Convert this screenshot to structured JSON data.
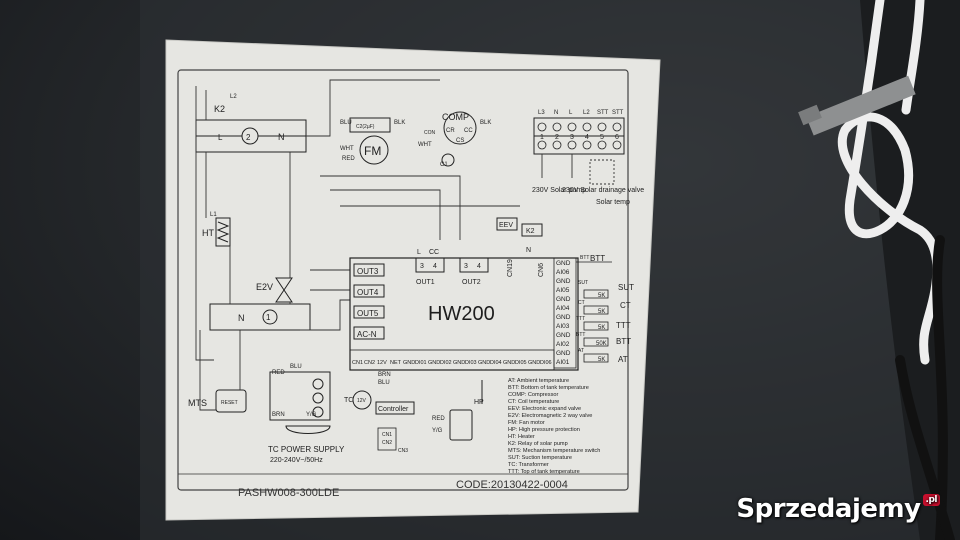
{
  "label": {
    "model": "PASHW008-300LDE",
    "code": "CODE:20130422-0004",
    "board_name": "HW200",
    "power_supply": [
      "TC POWER SUPPLY",
      "220-240V~/50Hz"
    ]
  },
  "left_components": {
    "k2": "K2",
    "l2": "L2",
    "l1": "L1",
    "ht": "HT",
    "e2v": "E2V",
    "mts": "MTS",
    "reset": "RESET",
    "n": "N",
    "l": "L",
    "num_2": "2",
    "num_1": "1"
  },
  "fan": {
    "label": "FM",
    "wires": [
      "BLU",
      "C2(2µF)",
      "BLK",
      "WHT",
      "RED"
    ]
  },
  "compressor": {
    "label": "COMP",
    "pins": [
      "CR",
      "CC",
      "CS",
      "C1"
    ],
    "wires": [
      "WHT",
      "CON",
      "BLK"
    ]
  },
  "terminal_block": {
    "top_labels": [
      "L3",
      "N",
      "L",
      "L2",
      "STT",
      "STT"
    ],
    "numbers": [
      "1",
      "2",
      "3",
      "4",
      "5",
      "6"
    ],
    "loads": [
      "230V\nSolar\npump",
      "230V\nSolar\ndrainage\nvalve",
      "Solar\ntemp"
    ]
  },
  "board": {
    "left_ports": [
      "OUT3",
      "OUT4",
      "OUT5",
      "AC-N"
    ],
    "top_ports": [
      "OUT1",
      "OUT2"
    ],
    "top_pins": [
      "L",
      "CC",
      "3",
      "4",
      "3",
      "4"
    ],
    "top_extra": [
      "CN19",
      "CN6",
      "N",
      "K2"
    ],
    "right_ports": [
      "GND",
      "AI06",
      "GND",
      "AI05",
      "GND",
      "AI04",
      "GND",
      "AI03",
      "GND",
      "AI02",
      "GND",
      "AI01"
    ],
    "bottom_ports": [
      "CN1",
      "CN2",
      "12V",
      "NET",
      "GND",
      "DI01",
      "GND",
      "DI02",
      "GND",
      "DI03",
      "GND",
      "DI04",
      "GND",
      "DI05",
      "GND",
      "DI06"
    ],
    "edge_labels": [
      "E2V",
      "EEV"
    ]
  },
  "sensors": {
    "labels": [
      "BTT",
      "SUT",
      "CT",
      "TTT",
      "BTT",
      "AT"
    ],
    "tags": [
      "BTT",
      "SUT",
      "CT",
      "TTT",
      "BTT",
      "AT"
    ],
    "values": [
      "5K",
      "5K",
      "5K",
      "50K",
      "5K"
    ]
  },
  "bottom_components": {
    "controller": "Controller",
    "tc": "TC",
    "tc_voltage": "12V",
    "hp": "HP",
    "cn": [
      "CN1",
      "CN2",
      "CN3"
    ],
    "wires": [
      "BRN",
      "BLU",
      "Y/G",
      "RED",
      "BLU",
      "BRN",
      "RED",
      "Y/G"
    ]
  },
  "legend": [
    "AT: Ambient temperature",
    "BTT: Bottom of tank temperature",
    "COMP: Compressor",
    "CT: Coil temperature",
    "EEV: Electronic expand valve",
    "E2V: Electromagnetic 2 way valve",
    "FM: Fan motor",
    "HP: High pressure protection",
    "HT: Heater",
    "K2: Relay of solar pump",
    "MTS: Mechanism temperature switch",
    "SUT: Suction temperature",
    "TC: Transformer",
    "TTT: Top of tank temperature"
  ],
  "watermark": {
    "text": "Sprzedajemy",
    "tld": ".pl"
  },
  "colors": {
    "background": "#25282b",
    "label_paper": "#e6e6e2",
    "ink": "#1d1d1d",
    "cable": "#f2f2f2",
    "tie": "#8e9091",
    "watermark_badge": "#c8102e"
  }
}
